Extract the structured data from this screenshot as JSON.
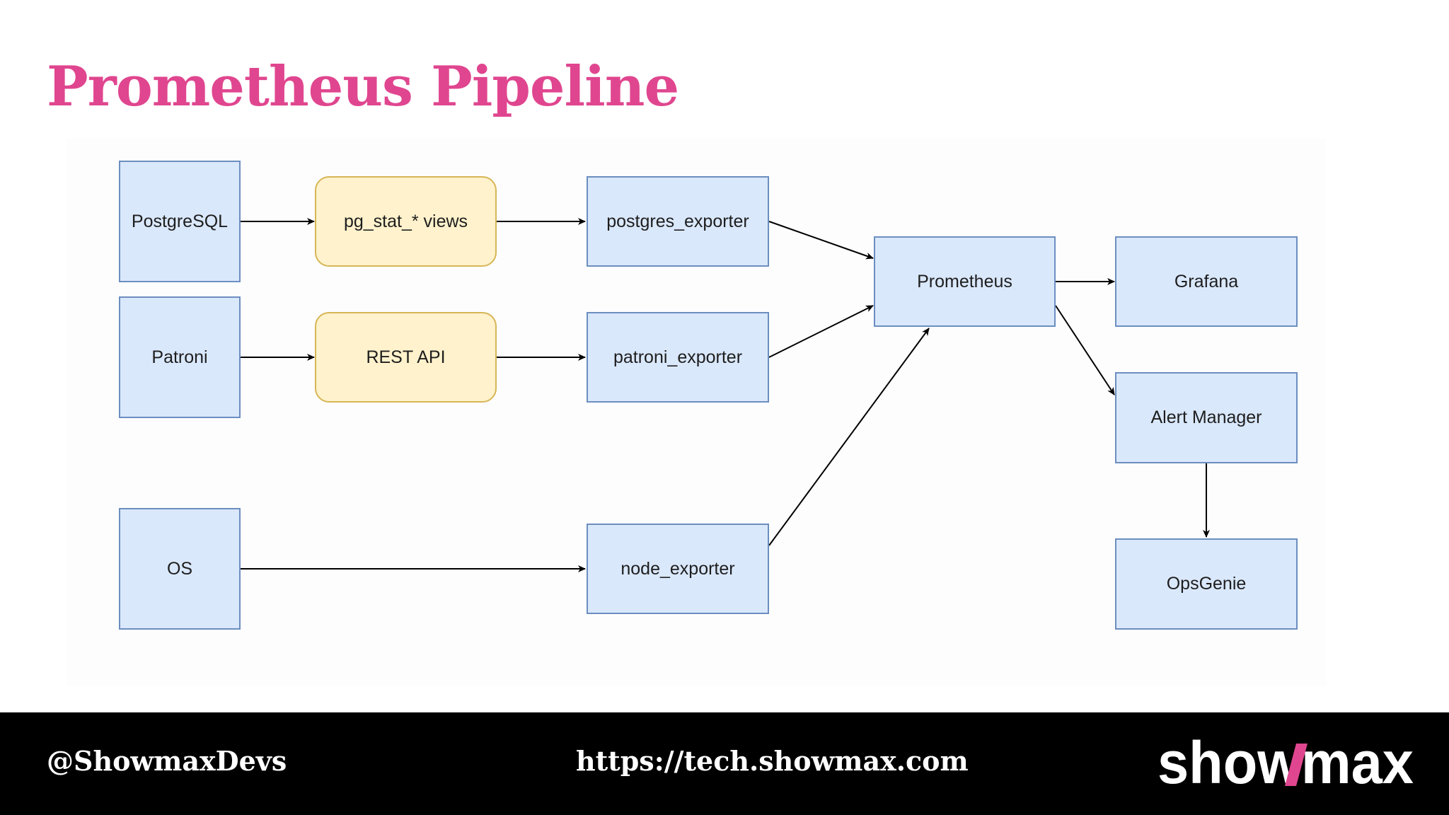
{
  "slide": {
    "title": "Prometheus Pipeline"
  },
  "diagram": {
    "nodes": {
      "postgresql": "PostgreSQL",
      "pg_stat_views": "pg_stat_* views",
      "postgres_exporter": "postgres_exporter",
      "patroni": "Patroni",
      "rest_api": "REST API",
      "patroni_exporter": "patroni_exporter",
      "os": "OS",
      "node_exporter": "node_exporter",
      "prometheus": "Prometheus",
      "grafana": "Grafana",
      "alert_manager": "Alert Manager",
      "opsgenie": "OpsGenie"
    },
    "edges": [
      {
        "from": "PostgreSQL",
        "to": "pg_stat_* views"
      },
      {
        "from": "pg_stat_* views",
        "to": "postgres_exporter"
      },
      {
        "from": "Patroni",
        "to": "REST API"
      },
      {
        "from": "REST API",
        "to": "patroni_exporter"
      },
      {
        "from": "OS",
        "to": "node_exporter"
      },
      {
        "from": "postgres_exporter",
        "to": "Prometheus"
      },
      {
        "from": "patroni_exporter",
        "to": "Prometheus"
      },
      {
        "from": "node_exporter",
        "to": "Prometheus"
      },
      {
        "from": "Prometheus",
        "to": "Grafana"
      },
      {
        "from": "Prometheus",
        "to": "Alert Manager"
      },
      {
        "from": "Alert Manager",
        "to": "OpsGenie"
      }
    ],
    "colors": {
      "component_fill": "#dae8fc",
      "component_border": "#6c8ebf",
      "source_fill": "#fff2cc",
      "source_border": "#d6b656"
    }
  },
  "footer": {
    "handle": "@ShowmaxDevs",
    "url": "https://tech.showmax.com",
    "logo_text": "showmax"
  },
  "colors": {
    "title": "#e0468f",
    "footer_bg": "#000000",
    "footer_text": "#ffffff"
  }
}
